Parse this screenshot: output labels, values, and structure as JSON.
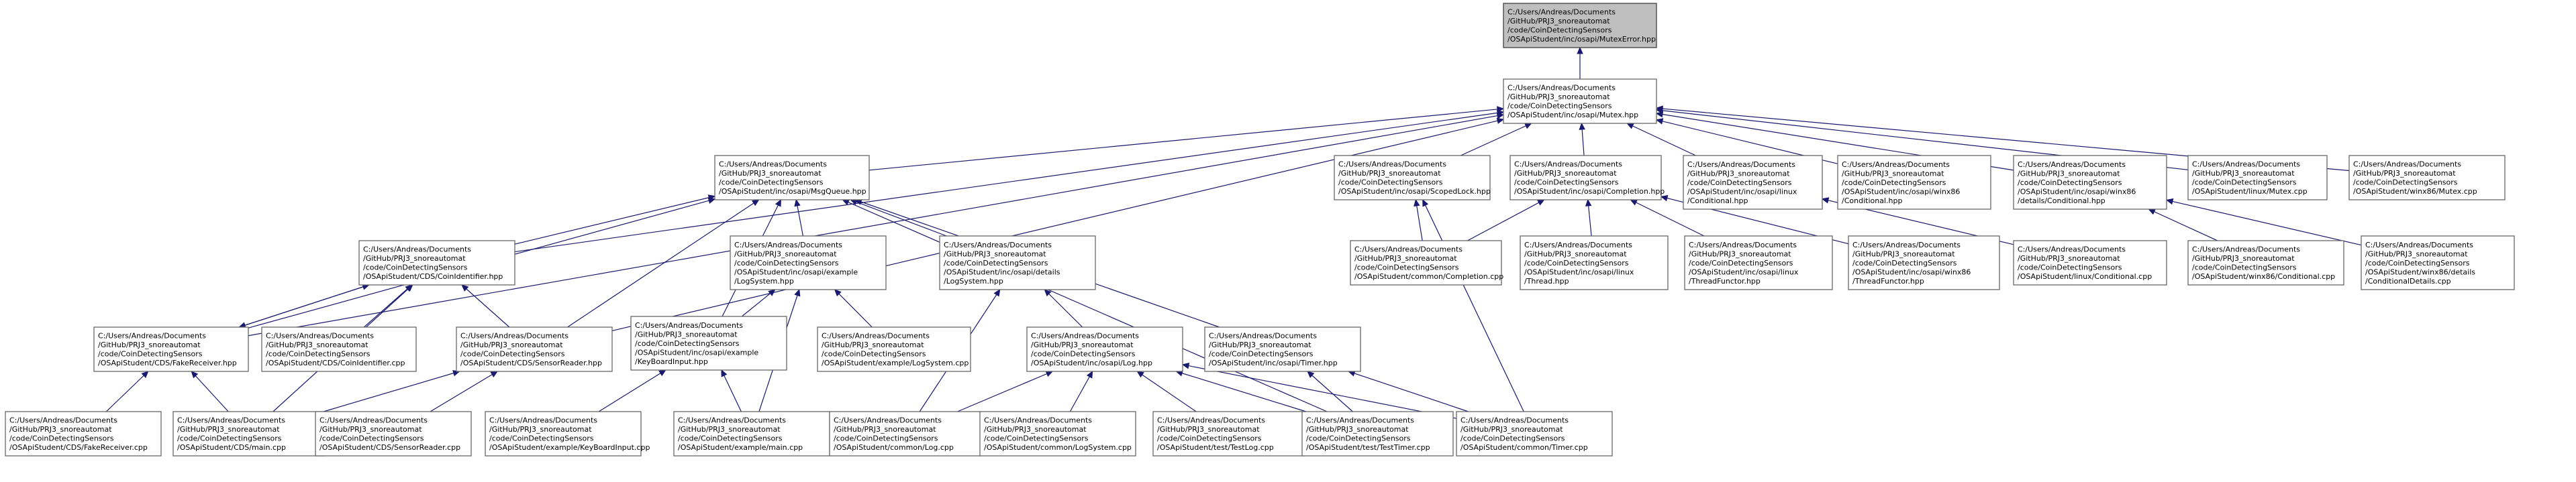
{
  "colors": {
    "edge": "#191970",
    "node_border": "#666666",
    "root_fill": "#bfbfbf",
    "node_fill": "#ffffff"
  },
  "nodes": [
    {
      "id": "mutexerror",
      "lines": [
        "C:/Users/Andreas/Documents",
        "/GitHub/PRJ3_snoreautomat",
        "/code/CoinDetectingSensors",
        "/OSApiStudent/inc/osapi/MutexError.hpp"
      ],
      "root": true
    },
    {
      "id": "mutex",
      "lines": [
        "C:/Users/Andreas/Documents",
        "/GitHub/PRJ3_snoreautomat",
        "/code/CoinDetectingSensors",
        "/OSApiStudent/inc/osapi/Mutex.hpp"
      ]
    },
    {
      "id": "msgqueue",
      "lines": [
        "C:/Users/Andreas/Documents",
        "/GitHub/PRJ3_snoreautomat",
        "/code/CoinDetectingSensors",
        "/OSApiStudent/inc/osapi/MsgQueue.hpp"
      ]
    },
    {
      "id": "scopedlock",
      "lines": [
        "C:/Users/Andreas/Documents",
        "/GitHub/PRJ3_snoreautomat",
        "/code/CoinDetectingSensors",
        "/OSApiStudent/inc/osapi/ScopedLock.hpp"
      ]
    },
    {
      "id": "completion",
      "lines": [
        "C:/Users/Andreas/Documents",
        "/GitHub/PRJ3_snoreautomat",
        "/code/CoinDetectingSensors",
        "/OSApiStudent/inc/osapi/Completion.hpp"
      ]
    },
    {
      "id": "linuxcond",
      "lines": [
        "C:/Users/Andreas/Documents",
        "/GitHub/PRJ3_snoreautomat",
        "/code/CoinDetectingSensors",
        "/OSApiStudent/inc/osapi/linux",
        "/Conditional.hpp"
      ]
    },
    {
      "id": "win86cond",
      "lines": [
        "C:/Users/Andreas/Documents",
        "/GitHub/PRJ3_snoreautomat",
        "/code/CoinDetectingSensors",
        "/OSApiStudent/inc/osapi/winx86",
        "/Conditional.hpp"
      ]
    },
    {
      "id": "win86detcond",
      "lines": [
        "C:/Users/Andreas/Documents",
        "/GitHub/PRJ3_snoreautomat",
        "/code/CoinDetectingSensors",
        "/OSApiStudent/inc/osapi/winx86",
        "/details/Conditional.hpp"
      ]
    },
    {
      "id": "linuxmutexcpp",
      "lines": [
        "C:/Users/Andreas/Documents",
        "/GitHub/PRJ3_snoreautomat",
        "/code/CoinDetectingSensors",
        "/OSApiStudent/linux/Mutex.cpp"
      ]
    },
    {
      "id": "win86mutexcpp",
      "lines": [
        "C:/Users/Andreas/Documents",
        "/GitHub/PRJ3_snoreautomat",
        "/code/CoinDetectingSensors",
        "/OSApiStudent/winx86/Mutex.cpp"
      ]
    },
    {
      "id": "coinident",
      "lines": [
        "C:/Users/Andreas/Documents",
        "/GitHub/PRJ3_snoreautomat",
        "/code/CoinDetectingSensors",
        "/OSApiStudent/CDS/CoinIdentifier.hpp"
      ]
    },
    {
      "id": "logsystemex",
      "lines": [
        "C:/Users/Andreas/Documents",
        "/GitHub/PRJ3_snoreautomat",
        "/code/CoinDetectingSensors",
        "/OSApiStudent/inc/osapi/example",
        "/LogSystem.hpp"
      ]
    },
    {
      "id": "logsystemdet",
      "lines": [
        "C:/Users/Andreas/Documents",
        "/GitHub/PRJ3_snoreautomat",
        "/code/CoinDetectingSensors",
        "/OSApiStudent/inc/osapi/details",
        "/LogSystem.hpp"
      ]
    },
    {
      "id": "commoncompletion",
      "lines": [
        "C:/Users/Andreas/Documents",
        "/GitHub/PRJ3_snoreautomat",
        "/code/CoinDetectingSensors",
        "/OSApiStudent/common/Completion.cpp"
      ]
    },
    {
      "id": "linuxthread",
      "lines": [
        "C:/Users/Andreas/Documents",
        "/GitHub/PRJ3_snoreautomat",
        "/code/CoinDetectingSensors",
        "/OSApiStudent/inc/osapi/linux",
        "/Thread.hpp"
      ]
    },
    {
      "id": "linuxthreadfunctor",
      "lines": [
        "C:/Users/Andreas/Documents",
        "/GitHub/PRJ3_snoreautomat",
        "/code/CoinDetectingSensors",
        "/OSApiStudent/inc/osapi/linux",
        "/ThreadFunctor.hpp"
      ]
    },
    {
      "id": "win86threadfunctor",
      "lines": [
        "C:/Users/Andreas/Documents",
        "/GitHub/PRJ3_snoreautomat",
        "/code/CoinDetectingSensors",
        "/OSApiStudent/inc/osapi/winx86",
        "/ThreadFunctor.hpp"
      ]
    },
    {
      "id": "linuxcondcpp",
      "lines": [
        "C:/Users/Andreas/Documents",
        "/GitHub/PRJ3_snoreautomat",
        "/code/CoinDetectingSensors",
        "/OSApiStudent/linux/Conditional.cpp"
      ]
    },
    {
      "id": "win86condcpp",
      "lines": [
        "C:/Users/Andreas/Documents",
        "/GitHub/PRJ3_snoreautomat",
        "/code/CoinDetectingSensors",
        "/OSApiStudent/winx86/Conditional.cpp"
      ]
    },
    {
      "id": "win86conddetails",
      "lines": [
        "C:/Users/Andreas/Documents",
        "/GitHub/PRJ3_snoreautomat",
        "/code/CoinDetectingSensors",
        "/OSApiStudent/winx86/details",
        "/ConditionalDetails.cpp"
      ]
    },
    {
      "id": "fakereceiverhpp",
      "lines": [
        "C:/Users/Andreas/Documents",
        "/GitHub/PRJ3_snoreautomat",
        "/code/CoinDetectingSensors",
        "/OSApiStudent/CDS/FakeReceiver.hpp"
      ]
    },
    {
      "id": "coinidentcpp",
      "lines": [
        "C:/Users/Andreas/Documents",
        "/GitHub/PRJ3_snoreautomat",
        "/code/CoinDetectingSensors",
        "/OSApiStudent/CDS/CoinIdentifier.cpp"
      ]
    },
    {
      "id": "sensorreaderhpp",
      "lines": [
        "C:/Users/Andreas/Documents",
        "/GitHub/PRJ3_snoreautomat",
        "/code/CoinDetectingSensors",
        "/OSApiStudent/CDS/SensorReader.hpp"
      ]
    },
    {
      "id": "keyboardinputhpp",
      "lines": [
        "C:/Users/Andreas/Documents",
        "/GitHub/PRJ3_snoreautomat",
        "/code/CoinDetectingSensors",
        "/OSApiStudent/inc/osapi/example",
        "/KeyBoardInput.hpp"
      ]
    },
    {
      "id": "exlogsystemcpp",
      "lines": [
        "C:/Users/Andreas/Documents",
        "/GitHub/PRJ3_snoreautomat",
        "/code/CoinDetectingSensors",
        "/OSApiStudent/example/LogSystem.cpp"
      ]
    },
    {
      "id": "loghpp",
      "lines": [
        "C:/Users/Andreas/Documents",
        "/GitHub/PRJ3_snoreautomat",
        "/code/CoinDetectingSensors",
        "/OSApiStudent/inc/osapi/Log.hpp"
      ]
    },
    {
      "id": "timerhpp",
      "lines": [
        "C:/Users/Andreas/Documents",
        "/GitHub/PRJ3_snoreautomat",
        "/code/CoinDetectingSensors",
        "/OSApiStudent/inc/osapi/Timer.hpp"
      ]
    },
    {
      "id": "fakereceivercpp",
      "lines": [
        "C:/Users/Andreas/Documents",
        "/GitHub/PRJ3_snoreautomat",
        "/code/CoinDetectingSensors",
        "/OSApiStudent/CDS/FakeReceiver.cpp"
      ]
    },
    {
      "id": "cdsmaincpp",
      "lines": [
        "C:/Users/Andreas/Documents",
        "/GitHub/PRJ3_snoreautomat",
        "/code/CoinDetectingSensors",
        "/OSApiStudent/CDS/main.cpp"
      ]
    },
    {
      "id": "sensorreadercpp",
      "lines": [
        "C:/Users/Andreas/Documents",
        "/GitHub/PRJ3_snoreautomat",
        "/code/CoinDetectingSensors",
        "/OSApiStudent/CDS/SensorReader.cpp"
      ]
    },
    {
      "id": "keyboardinputcpp",
      "lines": [
        "C:/Users/Andreas/Documents",
        "/GitHub/PRJ3_snoreautomat",
        "/code/CoinDetectingSensors",
        "/OSApiStudent/example/KeyBoardInput.cpp"
      ]
    },
    {
      "id": "examplemaincpp",
      "lines": [
        "C:/Users/Andreas/Documents",
        "/GitHub/PRJ3_snoreautomat",
        "/code/CoinDetectingSensors",
        "/OSApiStudent/example/main.cpp"
      ]
    },
    {
      "id": "commonlogcpp",
      "lines": [
        "C:/Users/Andreas/Documents",
        "/GitHub/PRJ3_snoreautomat",
        "/code/CoinDetectingSensors",
        "/OSApiStudent/common/Log.cpp"
      ]
    },
    {
      "id": "commonlogsystemcpp",
      "lines": [
        "C:/Users/Andreas/Documents",
        "/GitHub/PRJ3_snoreautomat",
        "/code/CoinDetectingSensors",
        "/OSApiStudent/common/LogSystem.cpp"
      ]
    },
    {
      "id": "testlogcpp",
      "lines": [
        "C:/Users/Andreas/Documents",
        "/GitHub/PRJ3_snoreautomat",
        "/code/CoinDetectingSensors",
        "/OSApiStudent/test/TestLog.cpp"
      ]
    },
    {
      "id": "testtimercpp",
      "lines": [
        "C:/Users/Andreas/Documents",
        "/GitHub/PRJ3_snoreautomat",
        "/code/CoinDetectingSensors",
        "/OSApiStudent/test/TestTimer.cpp"
      ]
    },
    {
      "id": "commontimercpp",
      "lines": [
        "C:/Users/Andreas/Documents",
        "/GitHub/PRJ3_snoreautomat",
        "/code/CoinDetectingSensors",
        "/OSApiStudent/common/Timer.cpp"
      ]
    }
  ],
  "edges": [
    [
      "mutex",
      "mutexerror"
    ],
    [
      "msgqueue",
      "mutex"
    ],
    [
      "scopedlock",
      "mutex"
    ],
    [
      "completion",
      "mutex"
    ],
    [
      "linuxcond",
      "mutex"
    ],
    [
      "win86cond",
      "mutex"
    ],
    [
      "win86detcond",
      "mutex"
    ],
    [
      "linuxmutexcpp",
      "mutex"
    ],
    [
      "win86mutexcpp",
      "mutex"
    ],
    [
      "fakereceiverhpp",
      "mutex"
    ],
    [
      "coinident",
      "mutex"
    ],
    [
      "sensorreaderhpp",
      "mutex"
    ],
    [
      "coinident",
      "msgqueue"
    ],
    [
      "logsystemex",
      "msgqueue"
    ],
    [
      "logsystemdet",
      "msgqueue"
    ],
    [
      "fakereceiverhpp",
      "msgqueue"
    ],
    [
      "sensorreaderhpp",
      "msgqueue"
    ],
    [
      "keyboardinputhpp",
      "msgqueue"
    ],
    [
      "timerhpp",
      "msgqueue"
    ],
    [
      "testtimercpp",
      "msgqueue"
    ],
    [
      "fakereceiverhpp",
      "coinident"
    ],
    [
      "coinidentcpp",
      "coinident"
    ],
    [
      "sensorreaderhpp",
      "coinident"
    ],
    [
      "cdsmaincpp",
      "coinident"
    ],
    [
      "coinident",
      "fakereceiverhpp"
    ],
    [
      "fakereceivercpp",
      "fakereceiverhpp"
    ],
    [
      "cdsmaincpp",
      "fakereceiverhpp"
    ],
    [
      "sensorreadercpp",
      "sensorreaderhpp"
    ],
    [
      "cdsmaincpp",
      "sensorreaderhpp"
    ],
    [
      "keyboardinputhpp",
      "logsystemex"
    ],
    [
      "exlogsystemcpp",
      "logsystemex"
    ],
    [
      "examplemaincpp",
      "logsystemex"
    ],
    [
      "keyboardinputcpp",
      "keyboardinputhpp"
    ],
    [
      "examplemaincpp",
      "keyboardinputhpp"
    ],
    [
      "loghpp",
      "logsystemdet"
    ],
    [
      "commonlogcpp",
      "logsystemdet"
    ],
    [
      "commonlogcpp",
      "loghpp"
    ],
    [
      "commonlogsystemcpp",
      "loghpp"
    ],
    [
      "testlogcpp",
      "loghpp"
    ],
    [
      "testtimercpp",
      "loghpp"
    ],
    [
      "commontimercpp",
      "loghpp"
    ],
    [
      "testtimercpp",
      "timerhpp"
    ],
    [
      "commontimercpp",
      "timerhpp"
    ],
    [
      "commontimercpp",
      "scopedlock"
    ],
    [
      "commoncompletion",
      "scopedlock"
    ],
    [
      "commoncompletion",
      "completion"
    ],
    [
      "linuxthread",
      "completion"
    ],
    [
      "linuxthreadfunctor",
      "completion"
    ],
    [
      "win86threadfunctor",
      "completion"
    ],
    [
      "linuxcondcpp",
      "linuxcond"
    ],
    [
      "win86condcpp",
      "win86detcond"
    ],
    [
      "win86conddetails",
      "win86detcond"
    ]
  ]
}
